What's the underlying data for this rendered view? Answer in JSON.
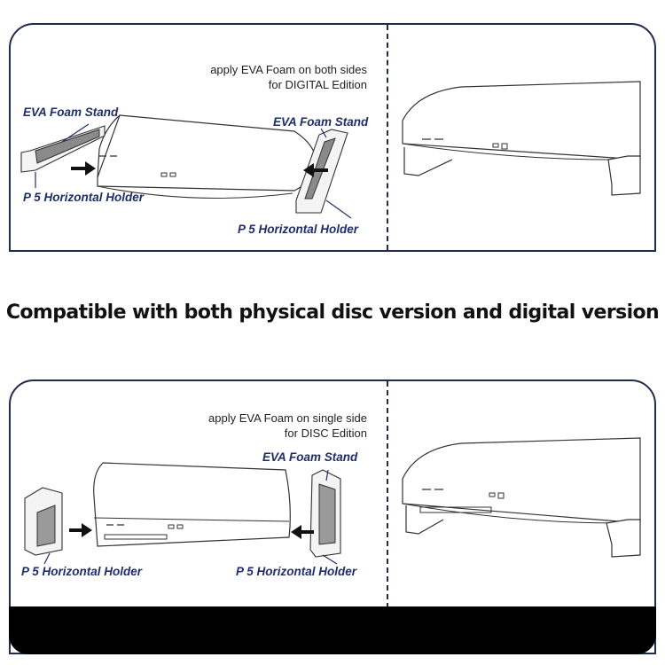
{
  "top_section": {
    "note_line1": "apply EVA Foam on both sides",
    "note_line2": "for DIGITAL Edition",
    "label_stand_left": "EVA Foam Stand",
    "label_stand_right": "EVA Foam Stand",
    "label_holder_left": "P  5 Horizontal Holder",
    "label_holder_right": "P  5 Horizontal Holder"
  },
  "headline": "Compatible with both  physical disc version and digital version",
  "bottom_section": {
    "note_line1": "apply EVA Foam on single side",
    "note_line2": "for DISC Edition",
    "label_stand_right": "EVA Foam Stand",
    "label_holder_left": "P  5 Horizontal Holder",
    "label_holder_right": "P  5 Horizontal Holder"
  },
  "colors": {
    "frame": "#1f2d4a",
    "label": "#1f2d6b",
    "footer": "#000000"
  }
}
